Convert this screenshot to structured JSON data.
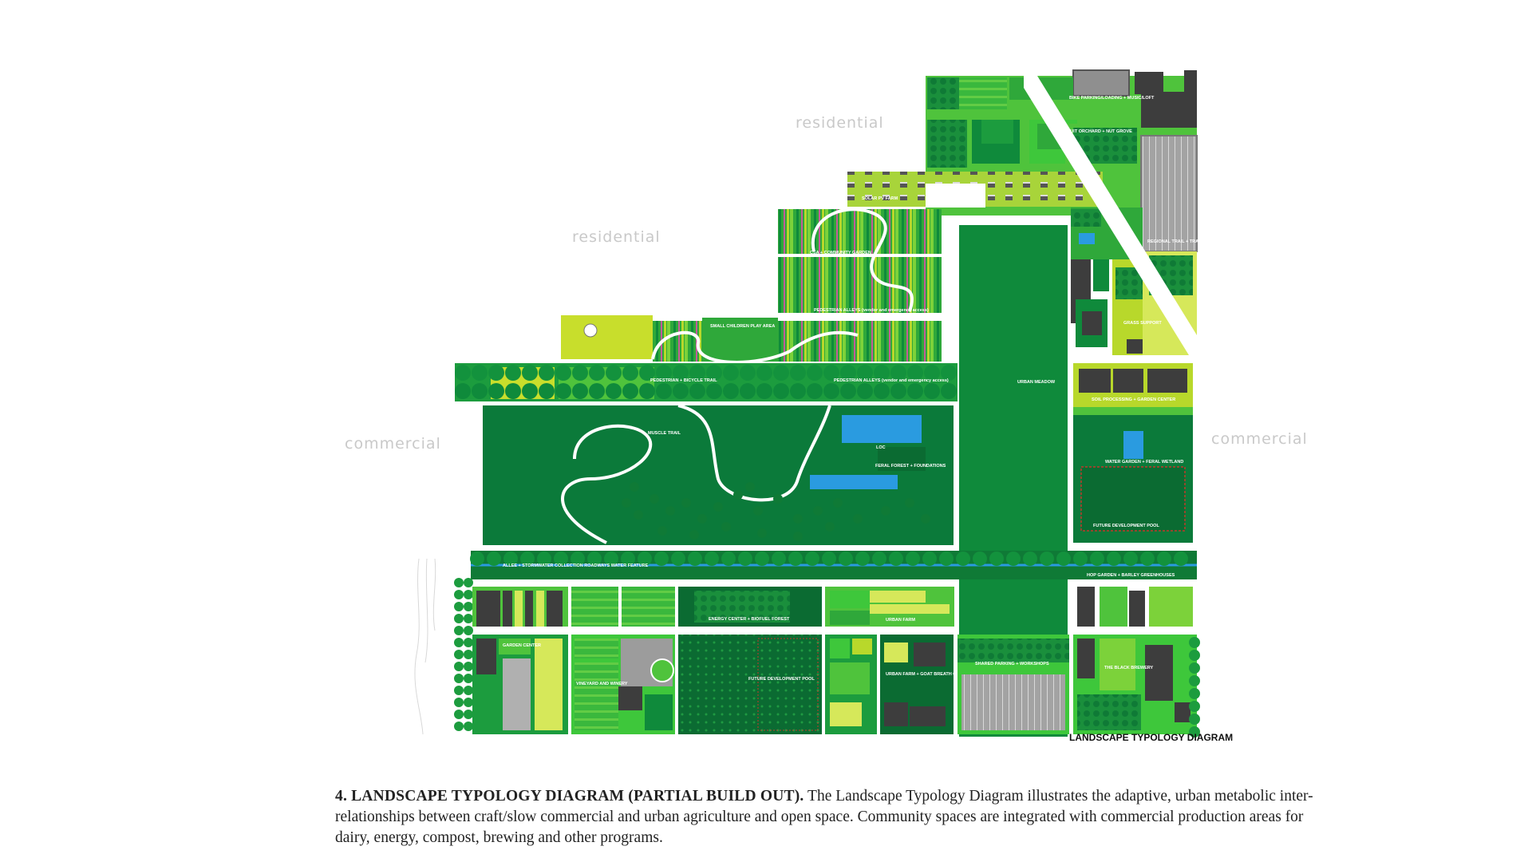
{
  "context_labels": {
    "residential_top": "residential",
    "residential_left": "residential",
    "commercial_left": "commercial",
    "commercial_right": "commercial"
  },
  "zones": {
    "bike_parking": "BIKE PARKING/LOADING + MUSIC/LOFT",
    "fruit_orchard": "FRUIT ORCHARD + NUT GROVE",
    "solar_pv_farm": "SOLAR PV FARM",
    "csa_garden": "CSA + COMMUNITY GARDEN",
    "regional_trail": "REGIONAL TRAIL + TRAILHEAD",
    "grass_support": "GRASS SUPPORT",
    "small_children_play": "SMALL CHILDREN PLAY AREA",
    "pedestrian_alleys_upper": "PEDESTRIAN ALLEYS (vendor and emergency access)",
    "pedestrian_alleys_lower": "PEDESTRIAN ALLEYS (vendor and emergency access)",
    "pedestrian_trail": "PEDESTRIAN + BICYCLE TRAIL",
    "urban_meadow": "URBAN MEADOW",
    "soil_processing": "SOIL PROCESSING + GARDEN CENTER",
    "muscle_trail": "MUSCLE TRAIL",
    "loc": "LOC",
    "feral_forest": "FERAL FOREST + FOUNDATIONS",
    "water_garden": "WATER GARDEN + FERAL WETLAND",
    "future_pool": "FUTURE DEVELOPMENT POOL",
    "allee": "ALLEE + STORMWATER COLLECTION ROADWAYS WATER FEATURE",
    "hop_garden": "HOP GARDEN + BARLEY GREENHOUSES",
    "energy_center": "ENERGY CENTER + BIOFUEL FOREST",
    "urban_farm": "URBAN FARM",
    "garden_center": "GARDEN CENTER",
    "vineyard": "VINEYARD AND WINERY",
    "future_dev": "FUTURE DEVELOPMENT POOL",
    "urban_farm_goat": "URBAN FARM + GOAT BREATH CREAMERY",
    "shared_parking": "SHARED PARKING + WORKSHOPS",
    "black_brewery": "THE BLACK BREWERY"
  },
  "legend_title": "LANDSCAPE TYPOLOGY DIAGRAM",
  "caption": {
    "title": "4.  LANDSCAPE TYPOLOGY DIAGRAM (PARTIAL BUILD OUT).",
    "body": "The Landscape Typology Diagram illustrates the adaptive, urban metabolic inter-relationships between craft/slow commercial and urban agriculture and open space. Community spaces are integrated with commercial production areas for dairy, energy, compost, brewing and other programs."
  },
  "colors": {
    "dark_green": "#0b7a3a",
    "mid_green": "#1c9c3e",
    "bright_green": "#3ec73b",
    "lime": "#b8d82b",
    "pale_lime": "#d6e85a",
    "water_blue": "#2a9be0",
    "building_gray": "#3d3d3d",
    "pavement_gray": "#9c9c9c"
  }
}
